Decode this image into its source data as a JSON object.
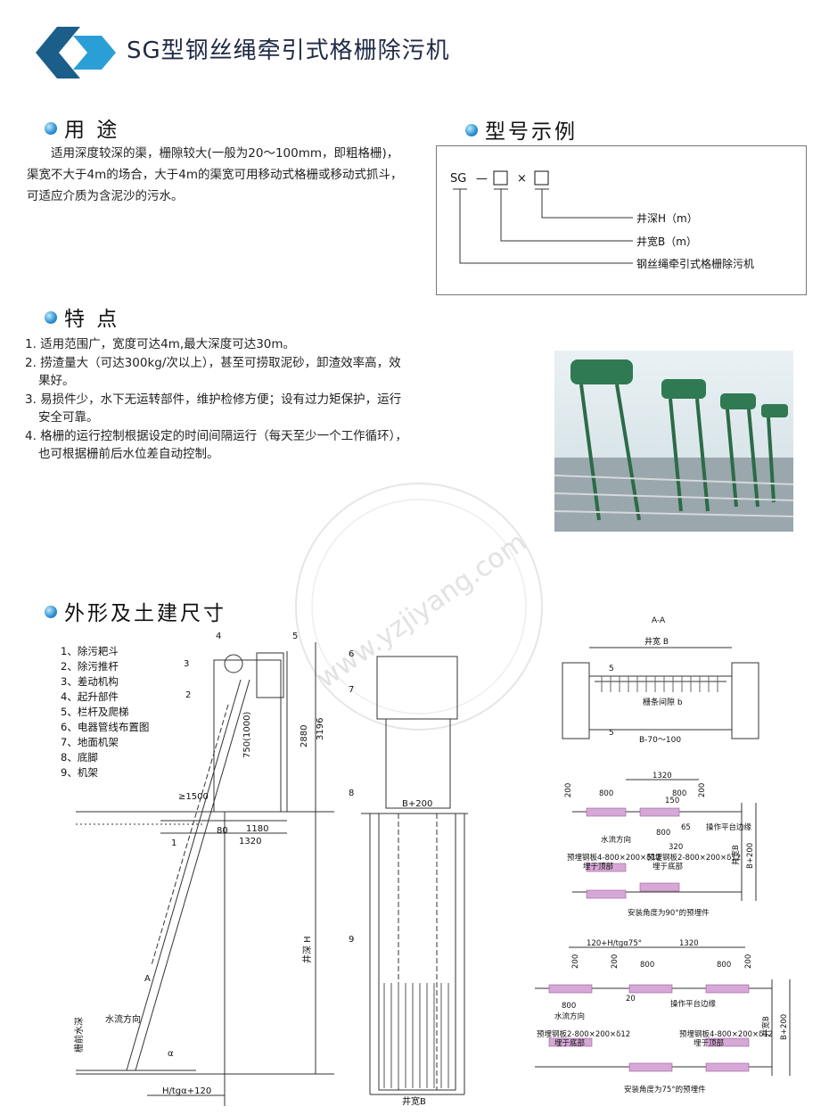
{
  "title": "SG型钢丝绳牵引式格栅除污机",
  "logo": {
    "colors": [
      "#1b5e8a",
      "#2a9fd6"
    ]
  },
  "usage": {
    "heading": "用 途",
    "text": "　　适用深度较深的渠，栅隙较大(一般为20～100mm，即粗格栅)，渠宽不大于4m的场合，大于4m的渠宽可用移动式格栅或移动式抓斗，可适应介质为含泥沙的污水。"
  },
  "model_example": {
    "heading": "型号示例",
    "code": "SG",
    "dash": "—",
    "times": "×",
    "labels": [
      "井深H（m）",
      "井宽B（m）",
      "钢丝绳牵引式格栅除污机"
    ]
  },
  "features": {
    "heading": "特 点",
    "items": [
      "1. 适用范围广，宽度可达4m,最大深度可达30m。",
      "2. 捞渣量大（可达300kg/次以上），甚至可捞取泥砂，卸渣效率高，效果好。",
      "3. 易损件少，水下无运转部件，维护检修方便；设有过力矩保护，运行安全可靠。",
      "4. 格栅的运行控制根据设定的时间间隔运行（每天至少一个工作循环），也可根据栅前后水位差自动控制。"
    ]
  },
  "watermark": "www.yzjiyang.com",
  "dimensions": {
    "heading": "外形及土建尺寸",
    "legend": [
      "1、除污耙斗",
      "2、除污推杆",
      "3、差动机构",
      "4、起升部件",
      "5、栏杆及爬梯",
      "6、电器管线布置图",
      "7、地面机架",
      "8、底脚",
      "9、机架"
    ],
    "side_labels": {
      "n1": "1",
      "n2": "2",
      "n3": "3",
      "n4": "4",
      "n5": "5",
      "d1500": "≥1500",
      "d750": "750(1000)",
      "d2880": "2880",
      "d3196": "3196",
      "d80": "80",
      "d1180": "1180",
      "d1320": "1320",
      "depth": "井深 H",
      "section_a": "A",
      "flow": "水流方向",
      "water_depth": "栅前水深",
      "bottom": "H/tgα+120",
      "alpha": "α"
    },
    "front_labels": {
      "n6": "6",
      "n7": "7",
      "n8": "8",
      "n9": "9",
      "b200": "B+200",
      "width": "井宽B"
    },
    "aa": {
      "title": "A-A",
      "width": "井宽 B",
      "gap": "栅条间隙 b",
      "bottom": "B-70～100",
      "s1": "5",
      "s2": "5"
    },
    "plan90": {
      "d1320": "1320",
      "d800a": "800",
      "d800b": "800",
      "d150": "150",
      "d200a": "200",
      "d200b": "200",
      "d800c": "800",
      "d65": "65",
      "d320": "320",
      "edge": "操作平台边缘",
      "flow": "水流方向",
      "emb1": "预埋钢板4-800×200×δ12",
      "emb1b": "埋于顶部",
      "emb2": "预埋钢板2-800×200×δ12",
      "emb2b": "埋于底部",
      "wb": "井宽B",
      "b200": "B+200",
      "caption": "安装角度为90°的预埋件"
    },
    "plan75": {
      "d120": "120+H/tgα75°",
      "d1320": "1320",
      "d200a": "200",
      "d200b": "200",
      "d800a": "800",
      "d800b": "800",
      "d200c": "200",
      "d800c": "800",
      "d20": "20",
      "edge": "操作平台边缘",
      "flow": "水流方向",
      "emb1": "预埋钢板2-800×200×δ12",
      "emb1b": "埋于底部",
      "emb2": "预埋钢板4-800×200×δ12",
      "emb2b": "埋于顶部",
      "wb": "井宽B",
      "b200": "B+200",
      "caption": "安装角度为75°的预埋件"
    }
  }
}
